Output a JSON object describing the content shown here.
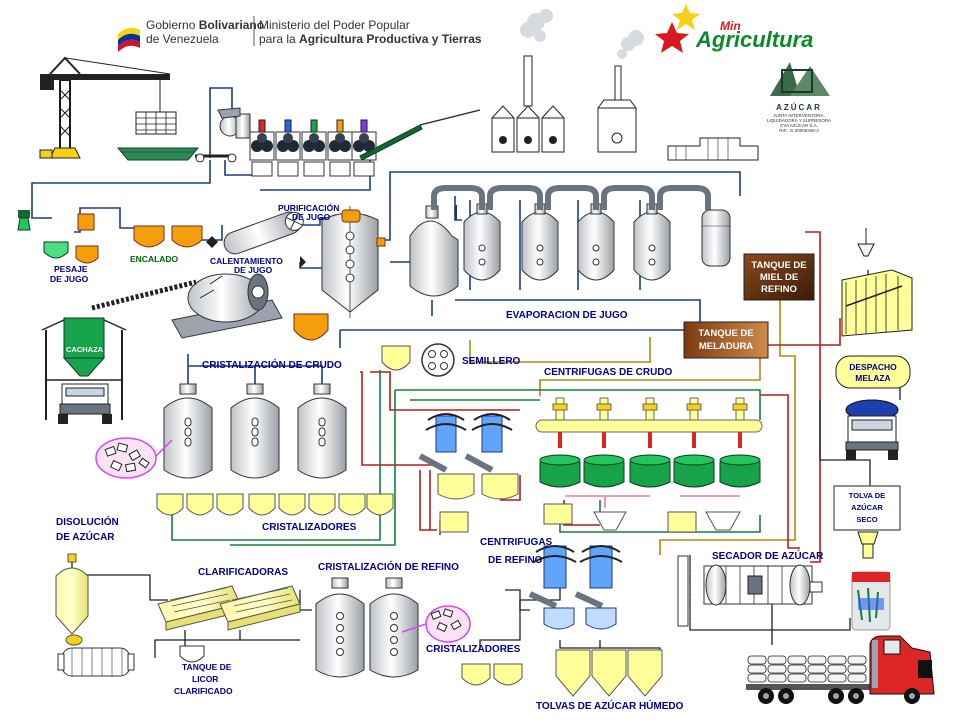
{
  "header": {
    "gov_line1_a": "Gobierno ",
    "gov_line1_b": "Bolivariano",
    "gov_line2": "de Venezuela",
    "ministry_line1": "Ministerio del Poder Popular",
    "ministry_line2_a": "para la ",
    "ministry_line2_b": "Agricultura Productiva y Tierras",
    "min_small": "Min",
    "min_big": "Agricultura",
    "cva_name": "AZÚCAR",
    "cva_line1": "JUNTA INTERVENTORA,",
    "cva_line2": "LIQUIDADORA Y SUPRESORA",
    "cva_line3": "CVA AZÚCAR S.A.",
    "cva_rif": "RIF.: G-20006348-3"
  },
  "labels": {
    "pesaje": [
      "PESAJE",
      "DE JUGO"
    ],
    "encalado": "ENCALADO",
    "purificacion": [
      "PURIFICACIÓN",
      "DE JUGO"
    ],
    "calentamiento": [
      "CALENTAMIENTO",
      "DE JUGO"
    ],
    "evaporacion": "EVAPORACION DE JUGO",
    "tanque_miel": [
      "TANQUE DE",
      "MIEL DE",
      "REFINO"
    ],
    "tanque_meladura": [
      "TANQUE DE",
      "MELADURA"
    ],
    "cachaza": "CACHAZA",
    "cristalizacion_crudo": "CRISTALIZACIÓN DE CRUDO",
    "semillero": "SEMILLERO",
    "centrifugas_crudo": "CENTRIFUGAS  DE  CRUDO",
    "despacho": [
      "DESPACHO",
      "MELAZA"
    ],
    "cristalizadores_1": "CRISTALIZADORES",
    "disolucion": [
      "DISOLUCIÓN",
      "DE  AZÚCAR"
    ],
    "clarificadoras": "CLARIFICADORAS",
    "cristalizacion_refino": "CRISTALIZACIÓN DE  REFINO",
    "centrifugas_refino": [
      "CENTRIFUGAS",
      "DE REFINO"
    ],
    "secador": "SECADOR DE  AZÚCAR",
    "tolva_seco": [
      "TOLVA DE",
      "AZÚCAR",
      "SECO"
    ],
    "cristalizadores_2": "CRISTALIZADORES",
    "tanque_licor": [
      "TANQUE DE",
      "LICOR",
      "CLARIFICADO"
    ],
    "tolvas_humedo": "TOLVAS DE AZÚCAR HÚMEDO"
  },
  "colors": {
    "label_blue": "#00008b",
    "pipe_blue": "#1e3a8a",
    "pipe_red": "#b91c1c",
    "pipe_green": "#15803d",
    "vessel_yellow": "#ffff99",
    "vessel_orange": "#f59e0b",
    "centrifuge_green": "#16a34a"
  }
}
